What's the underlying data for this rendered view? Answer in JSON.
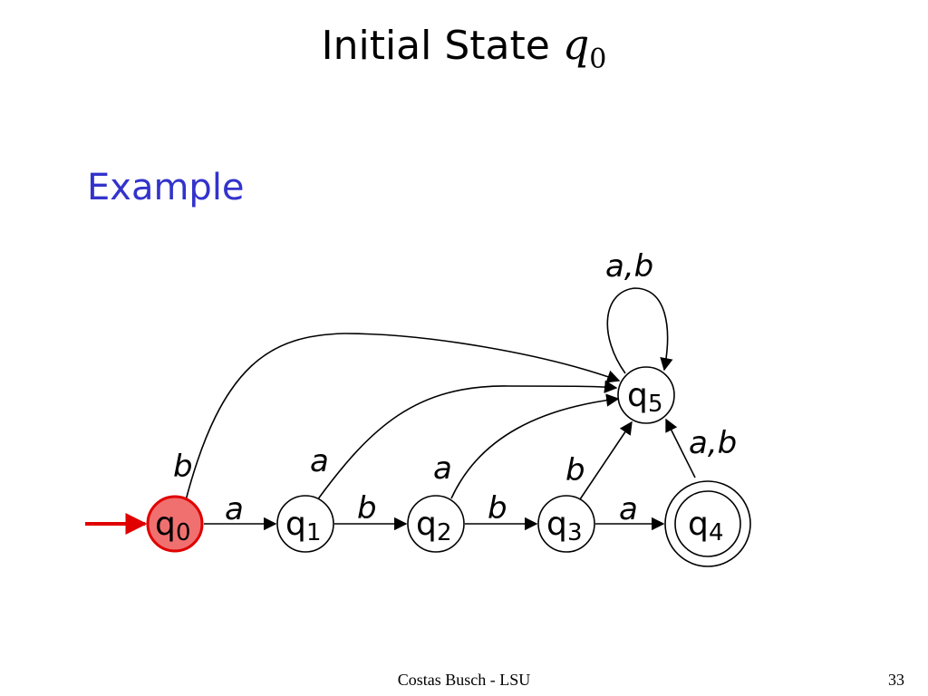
{
  "title": {
    "text": "Initial State",
    "state_symbol": "q",
    "state_subscript": "0"
  },
  "heading": "Example",
  "footer": {
    "credit": "Costas Busch - LSU",
    "page": "33"
  },
  "diagram": {
    "states": [
      {
        "id": "q0",
        "symbol": "q",
        "subscript": "0",
        "initial": true,
        "accepting": false
      },
      {
        "id": "q1",
        "symbol": "q",
        "subscript": "1",
        "initial": false,
        "accepting": false
      },
      {
        "id": "q2",
        "symbol": "q",
        "subscript": "2",
        "initial": false,
        "accepting": false
      },
      {
        "id": "q3",
        "symbol": "q",
        "subscript": "3",
        "initial": false,
        "accepting": false
      },
      {
        "id": "q4",
        "symbol": "q",
        "subscript": "4",
        "initial": false,
        "accepting": true
      },
      {
        "id": "q5",
        "symbol": "q",
        "subscript": "5",
        "initial": false,
        "accepting": false
      }
    ],
    "transitions": [
      {
        "from": "q0",
        "to": "q1",
        "label": "a"
      },
      {
        "from": "q1",
        "to": "q2",
        "label": "b"
      },
      {
        "from": "q2",
        "to": "q3",
        "label": "b"
      },
      {
        "from": "q3",
        "to": "q4",
        "label": "a"
      },
      {
        "from": "q0",
        "to": "q5",
        "label": "b"
      },
      {
        "from": "q1",
        "to": "q5",
        "label": "a"
      },
      {
        "from": "q2",
        "to": "q5",
        "label": "a"
      },
      {
        "from": "q3",
        "to": "q5",
        "label": "b"
      },
      {
        "from": "q4",
        "to": "q5",
        "label": "a,b"
      },
      {
        "from": "q5",
        "to": "q5",
        "label": "a,b"
      }
    ],
    "colors": {
      "initial_fill": "#f07070",
      "initial_stroke": "#e00000",
      "stroke": "#000000",
      "heading": "#3333cc"
    }
  }
}
